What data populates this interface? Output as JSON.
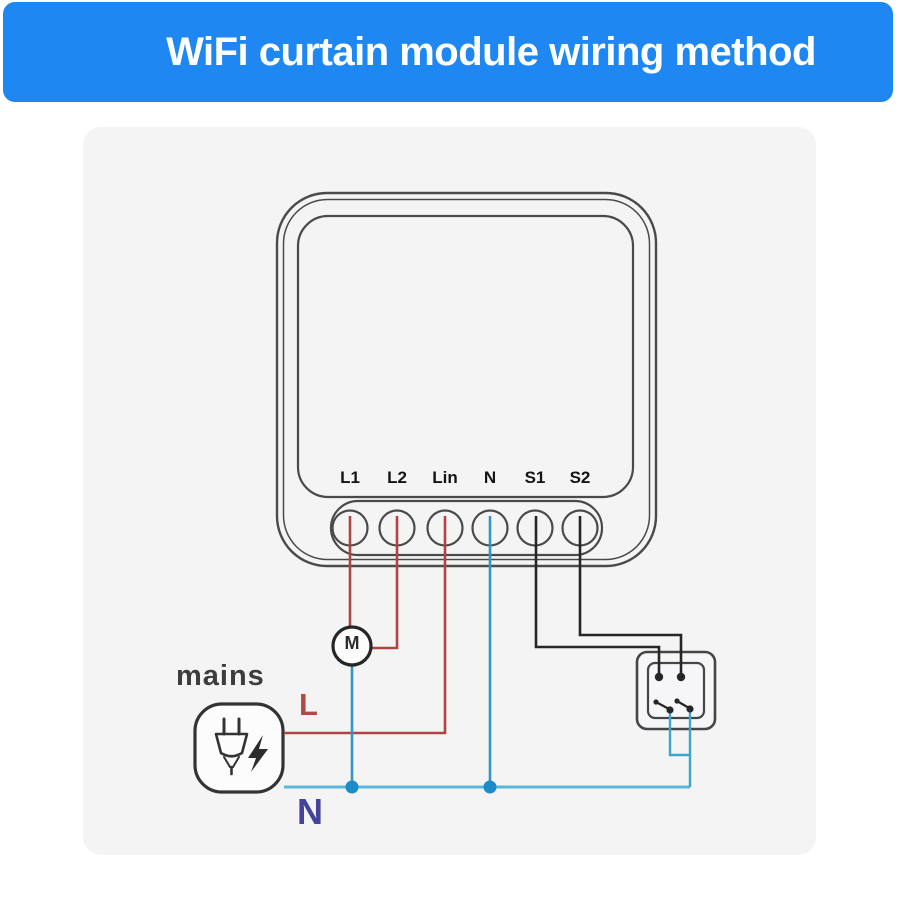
{
  "header": {
    "title": "WiFi curtain module wiring method"
  },
  "device": {
    "name": "wifi-curtain-module",
    "terminals": [
      {
        "label": "L1",
        "wire": "red"
      },
      {
        "label": "L2",
        "wire": "red"
      },
      {
        "label": "Lin",
        "wire": "red"
      },
      {
        "label": "N",
        "wire": "blue"
      },
      {
        "label": "S1",
        "wire": "black"
      },
      {
        "label": "S2",
        "wire": "black"
      }
    ]
  },
  "motor": {
    "label": "M"
  },
  "mains": {
    "label": "mains",
    "live": "L",
    "neutral": "N"
  },
  "colors": {
    "header_bg": "#1f87f2",
    "header_text": "#ffffff",
    "diagram_bg": "#f4f4f5",
    "wire_live_red": "#b04442",
    "wire_neutral_blue": "#3494c6",
    "neutral_bus_blue": "#57b7dc",
    "switch_wire_blue": "#3aa6c9",
    "wire_signal_black": "#262626",
    "junction_dot_blue": "#1b8cc9",
    "live_label_red": "#ad4b49",
    "neutral_label_indigo": "#44449a",
    "outline_gray": "#4a4a4a"
  }
}
